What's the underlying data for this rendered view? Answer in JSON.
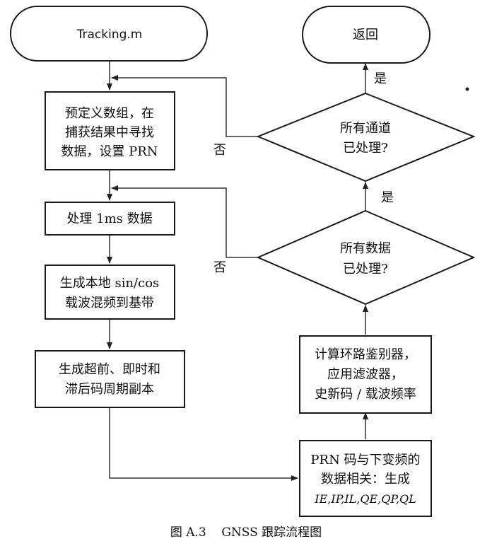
{
  "diagram": {
    "start_label": "Tracking.m",
    "end_label": "返回",
    "predefine": {
      "line1": "预定义数组，在",
      "line2": "捕获结果中寻找",
      "line3": "数据，设置 PRN"
    },
    "process_1ms": "处理 1ms 数据",
    "generate_local": {
      "line1": "生成本地 sin/cos",
      "line2": "载波混频到基带"
    },
    "generate_codes": {
      "line1": "生成超前、即时和",
      "line2": "滞后码周期副本"
    },
    "correlate": {
      "line1": "PRN 码与下变频的",
      "line2": "数据相关：生成",
      "line3": "IE,IP,IL,QE,QP,QL"
    },
    "loop_discriminator": {
      "line1": "计算环路鉴别器，",
      "line2": "应用滤波器，",
      "line3": "史新码 / 载波频率"
    },
    "decision_all_data": {
      "line1": "所有数据",
      "line2": "已处理?"
    },
    "decision_all_channels": {
      "line1": "所有通道",
      "line2": "已处理?"
    },
    "yes_label": "是",
    "no_label": "否"
  },
  "caption": "图 A.3    GNSS 跟踪流程图",
  "colors": {
    "stroke": "#1a1a1a",
    "background": "#ffffff"
  }
}
